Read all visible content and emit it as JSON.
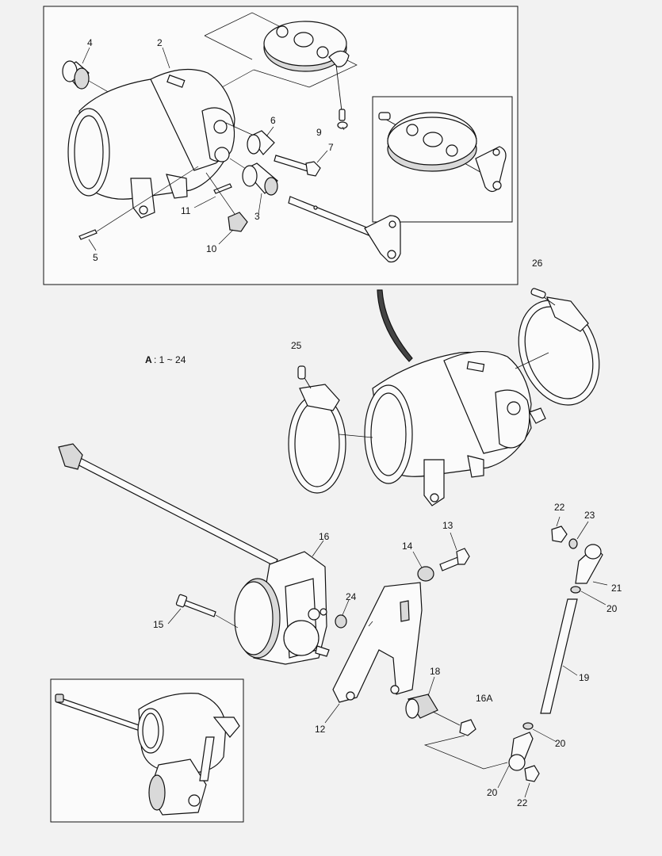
{
  "diagram": {
    "assembly_label": {
      "prefix": "A",
      "range": ": 1 ~ 24"
    },
    "callouts": [
      {
        "id": "c4",
        "text": "4"
      },
      {
        "id": "c2",
        "text": "2"
      },
      {
        "id": "c6",
        "text": "6"
      },
      {
        "id": "c7",
        "text": "7"
      },
      {
        "id": "c9",
        "text": "9"
      },
      {
        "id": "c11",
        "text": "11"
      },
      {
        "id": "c3",
        "text": "3"
      },
      {
        "id": "c10",
        "text": "10"
      },
      {
        "id": "c5",
        "text": "5"
      },
      {
        "id": "c26",
        "text": "26"
      },
      {
        "id": "c25",
        "text": "25"
      },
      {
        "id": "c16",
        "text": "16"
      },
      {
        "id": "c13",
        "text": "13"
      },
      {
        "id": "c14",
        "text": "14"
      },
      {
        "id": "c22a",
        "text": "22"
      },
      {
        "id": "c23",
        "text": "23"
      },
      {
        "id": "c21",
        "text": "21"
      },
      {
        "id": "c20a",
        "text": "20"
      },
      {
        "id": "c24",
        "text": "24"
      },
      {
        "id": "c15",
        "text": "15"
      },
      {
        "id": "c19",
        "text": "19"
      },
      {
        "id": "c18",
        "text": "18"
      },
      {
        "id": "c16a",
        "text": "16A"
      },
      {
        "id": "c12",
        "text": "12"
      },
      {
        "id": "c20b",
        "text": "20"
      },
      {
        "id": "c20c",
        "text": "20"
      },
      {
        "id": "c22b",
        "text": "22"
      }
    ]
  }
}
